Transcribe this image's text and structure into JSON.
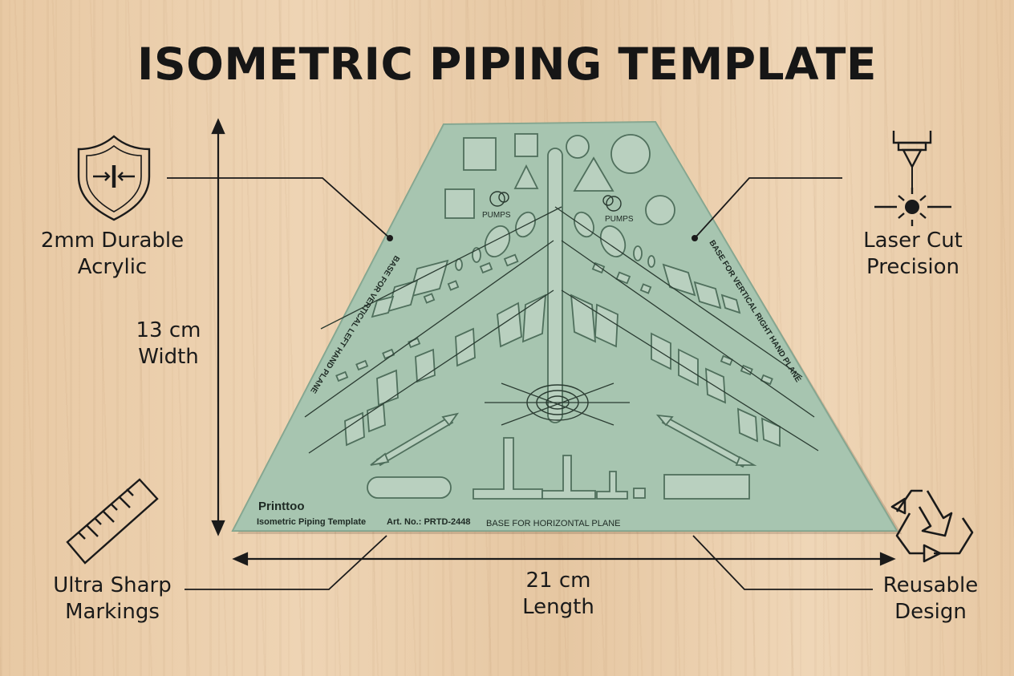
{
  "title": "ISOMETRIC PIPING TEMPLATE",
  "features": {
    "acrylic": {
      "line1": "2mm Durable",
      "line2": "Acrylic",
      "icon": "shield-icon"
    },
    "laser": {
      "line1": "Laser Cut",
      "line2": "Precision",
      "icon": "laser-icon"
    },
    "markings": {
      "line1": "Ultra Sharp",
      "line2": "Markings",
      "icon": "ruler-icon"
    },
    "reusable": {
      "line1": "Reusable",
      "line2": "Design",
      "icon": "recycle-icon"
    }
  },
  "dimensions": {
    "width": {
      "line1": "13 cm",
      "line2": "Width"
    },
    "length": {
      "line1": "21 cm",
      "line2": "Length"
    }
  },
  "template": {
    "brand": "Printtoo",
    "product": "Isometric Piping Template",
    "art_no": "Art. No.: PRTD-2448",
    "base_horizontal": "BASE FOR HORIZONTAL PLANE",
    "base_left": "BASE FOR VERTICAL LEFT HAND PLANE",
    "base_right": "BASE FOR VERTICAL RIGHT HAND PLANE",
    "pumps_left": "PUMPS",
    "pumps_right": "PUMPS"
  },
  "colors": {
    "template": "#9dbfa8",
    "ink": "#1a1a1a"
  }
}
